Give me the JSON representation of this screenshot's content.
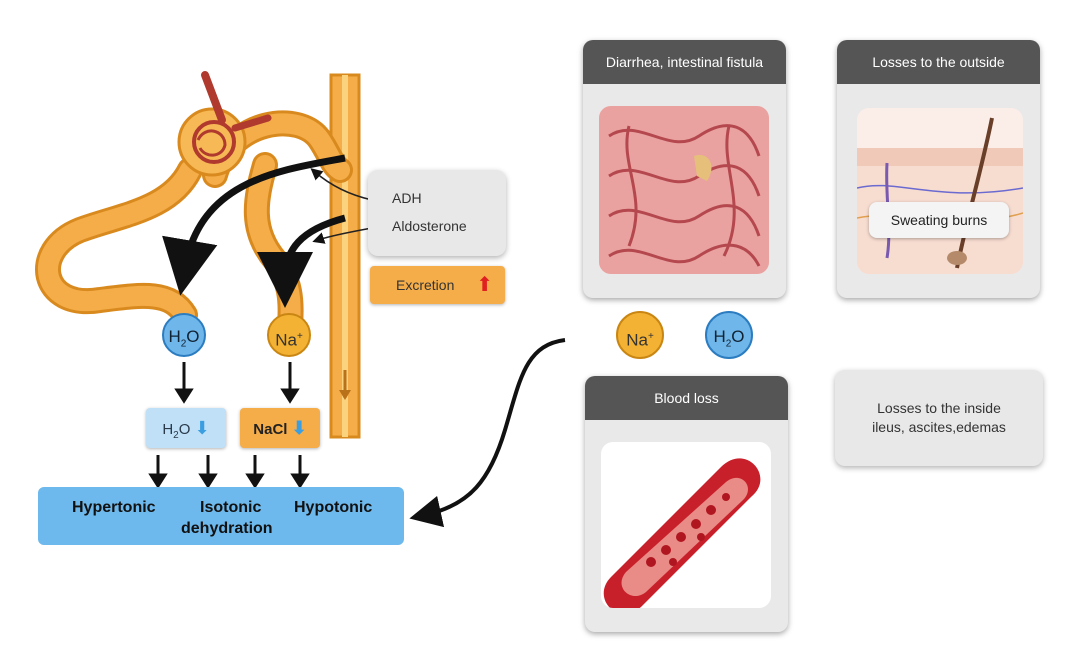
{
  "kidney": {
    "hormone_1": "ADH",
    "hormone_2": "Aldosterone",
    "excretion_label": "Excretion"
  },
  "ions": {
    "water": {
      "main": "H",
      "sub": "2",
      "tail": "O"
    },
    "sodium": {
      "main": "Na",
      "sup": "+"
    }
  },
  "effects": {
    "water_down": {
      "main": "H",
      "sub": "2",
      "tail": "O"
    },
    "nacl_down": "NaCl"
  },
  "dehydration": {
    "hypertonic": "Hypertonic",
    "isotonic": "Isotonic",
    "dehydration": "dehydration",
    "hypotonic": "Hypotonic"
  },
  "cards": {
    "diarrhea": "Diarrhea, intestinal fistula",
    "outside": "Losses to the outside",
    "sweating": "Sweating burns",
    "blood": "Blood loss",
    "inside_1": "Losses to the inside",
    "inside_2": "ileus, ascites,edemas"
  },
  "colors": {
    "tubule": "#f5ad4a",
    "tubule_border": "#d98a1e",
    "water_ion": "#6fb7ea",
    "sodium_ion": "#f3b233",
    "dehydration_bar": "#6db8ec",
    "card_header": "#555555",
    "arrow_up": "#e02020",
    "arrow_down": "#3a9ee0"
  }
}
